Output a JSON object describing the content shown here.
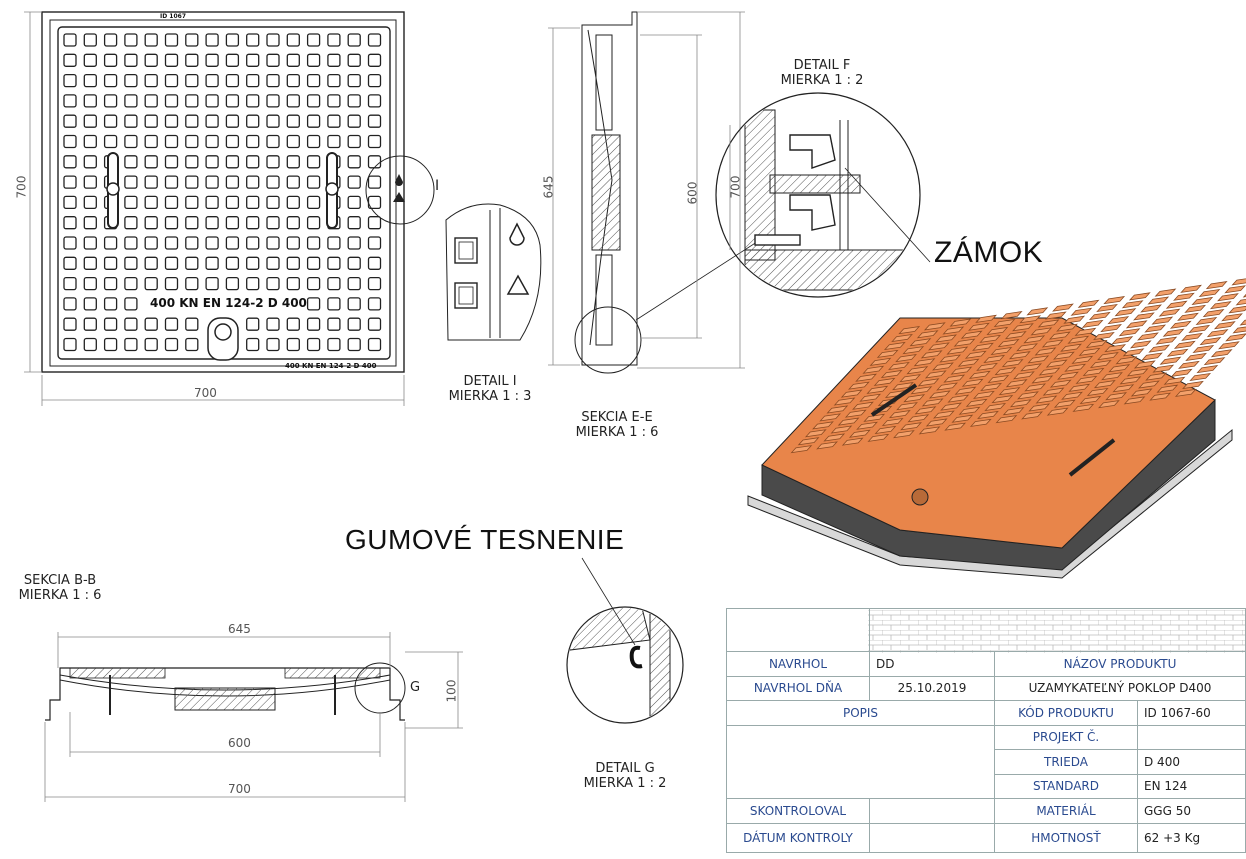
{
  "top_view": {
    "dim_width": "700",
    "dim_height": "700",
    "marking": "400 KN EN 124-2 D 400",
    "edge_marking": "400 KN EN 124-2 D 400",
    "id_mark": "ID 1067",
    "detail_ref": "I"
  },
  "detail_i": {
    "title": "DETAIL I",
    "scale": "MIERKA 1 : 3"
  },
  "section_ee": {
    "title": "SEKCIA E-E",
    "scale": "MIERKA 1 : 6",
    "dim_outer": "645",
    "dim_inner": "600",
    "dim_side": "700"
  },
  "detail_f": {
    "title": "DETAIL F",
    "scale": "MIERKA 1 : 2",
    "callout": "ZÁMOK"
  },
  "section_bb": {
    "title": "SEKCIA B-B",
    "scale": "MIERKA 1 : 6",
    "dim_top": "645",
    "dim_mid": "600",
    "dim_bottom": "700",
    "dim_height": "100",
    "detail_ref": "G"
  },
  "detail_g": {
    "title": "DETAIL G",
    "scale": "MIERKA 1 : 2",
    "callout": "GUMOVÉ TESNENIE"
  },
  "title_block": {
    "navrhol_label": "NAVRHOL",
    "navrhol_value": "DD",
    "navrhol_dna_label": "NAVRHOL DŇA",
    "navrhol_dna_value": "25.10.2019",
    "nazov_label": "NÁZOV PRODUKTU",
    "nazov_value": "UZAMYKATEĽNÝ POKLOP D400",
    "popis_label": "POPIS",
    "kod_label": "KÓD PRODUKTU",
    "kod_value": "ID 1067-60",
    "projekt_label": "PROJEKT Č.",
    "projekt_value": "",
    "trieda_label": "TRIEDA",
    "trieda_value": "D 400",
    "standard_label": "STANDARD",
    "standard_value": "EN 124",
    "skontroloval_label": "SKONTROLOVAL",
    "skontroloval_value": "",
    "material_label": "MATERIÁL",
    "material_value": "GGG 50",
    "datum_label": "DÁTUM KONTROLY",
    "datum_value": "",
    "hmotnost_label": "HMOTNOSŤ",
    "hmotnost_value": "62 +3 Kg"
  },
  "colors": {
    "line": "#222222",
    "dim": "#777777",
    "orange": "#e8854a",
    "dark": "#3d3d3d",
    "blue_text": "#2a4a8f"
  }
}
